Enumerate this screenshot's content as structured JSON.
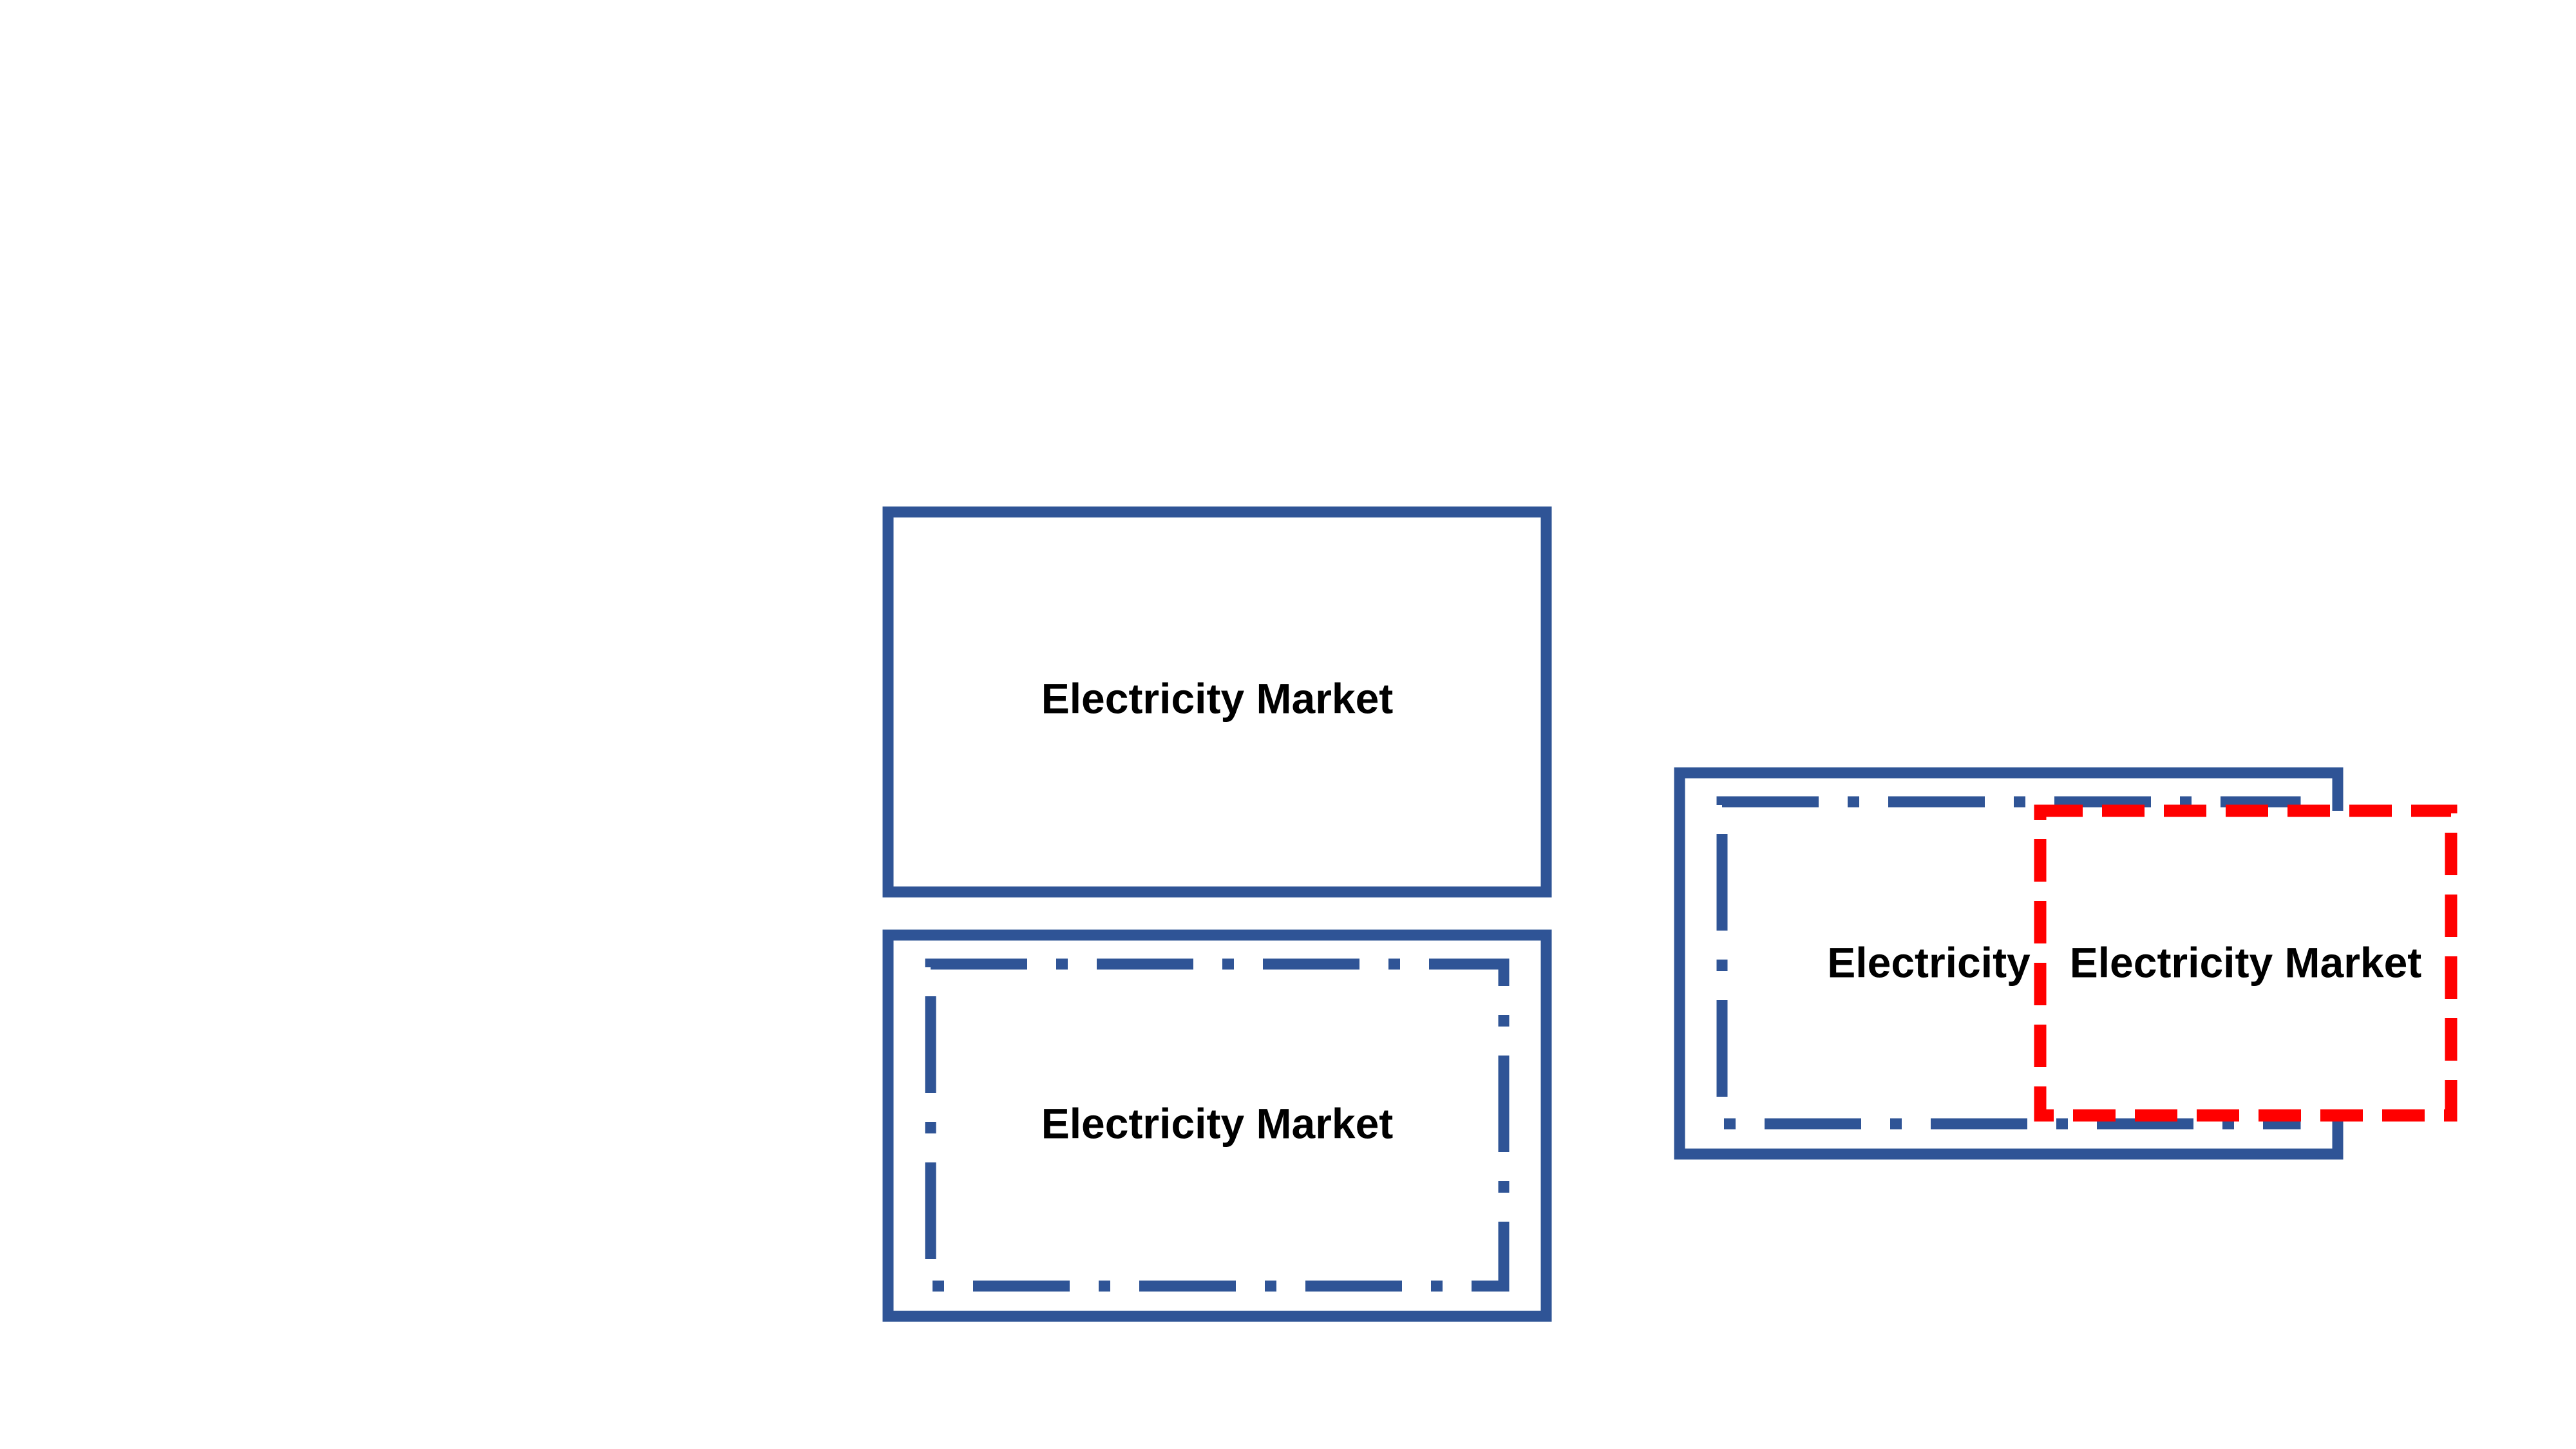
{
  "colors": {
    "background": "#ffffff",
    "market_border": "#2f5496",
    "highlight_border": "#ff0000",
    "text": "#000000"
  },
  "boxes": {
    "top": {
      "label": "Electricity Market",
      "outer_style": "solid"
    },
    "bottom": {
      "label": "Electricity Market",
      "outer_style": "solid",
      "inner_style": "dash-dot"
    },
    "right": {
      "label": "Electricity",
      "outer_style": "solid",
      "inner_style": "dash-dot"
    },
    "overlay": {
      "label": "Electricity Market",
      "style": "dashed"
    }
  }
}
